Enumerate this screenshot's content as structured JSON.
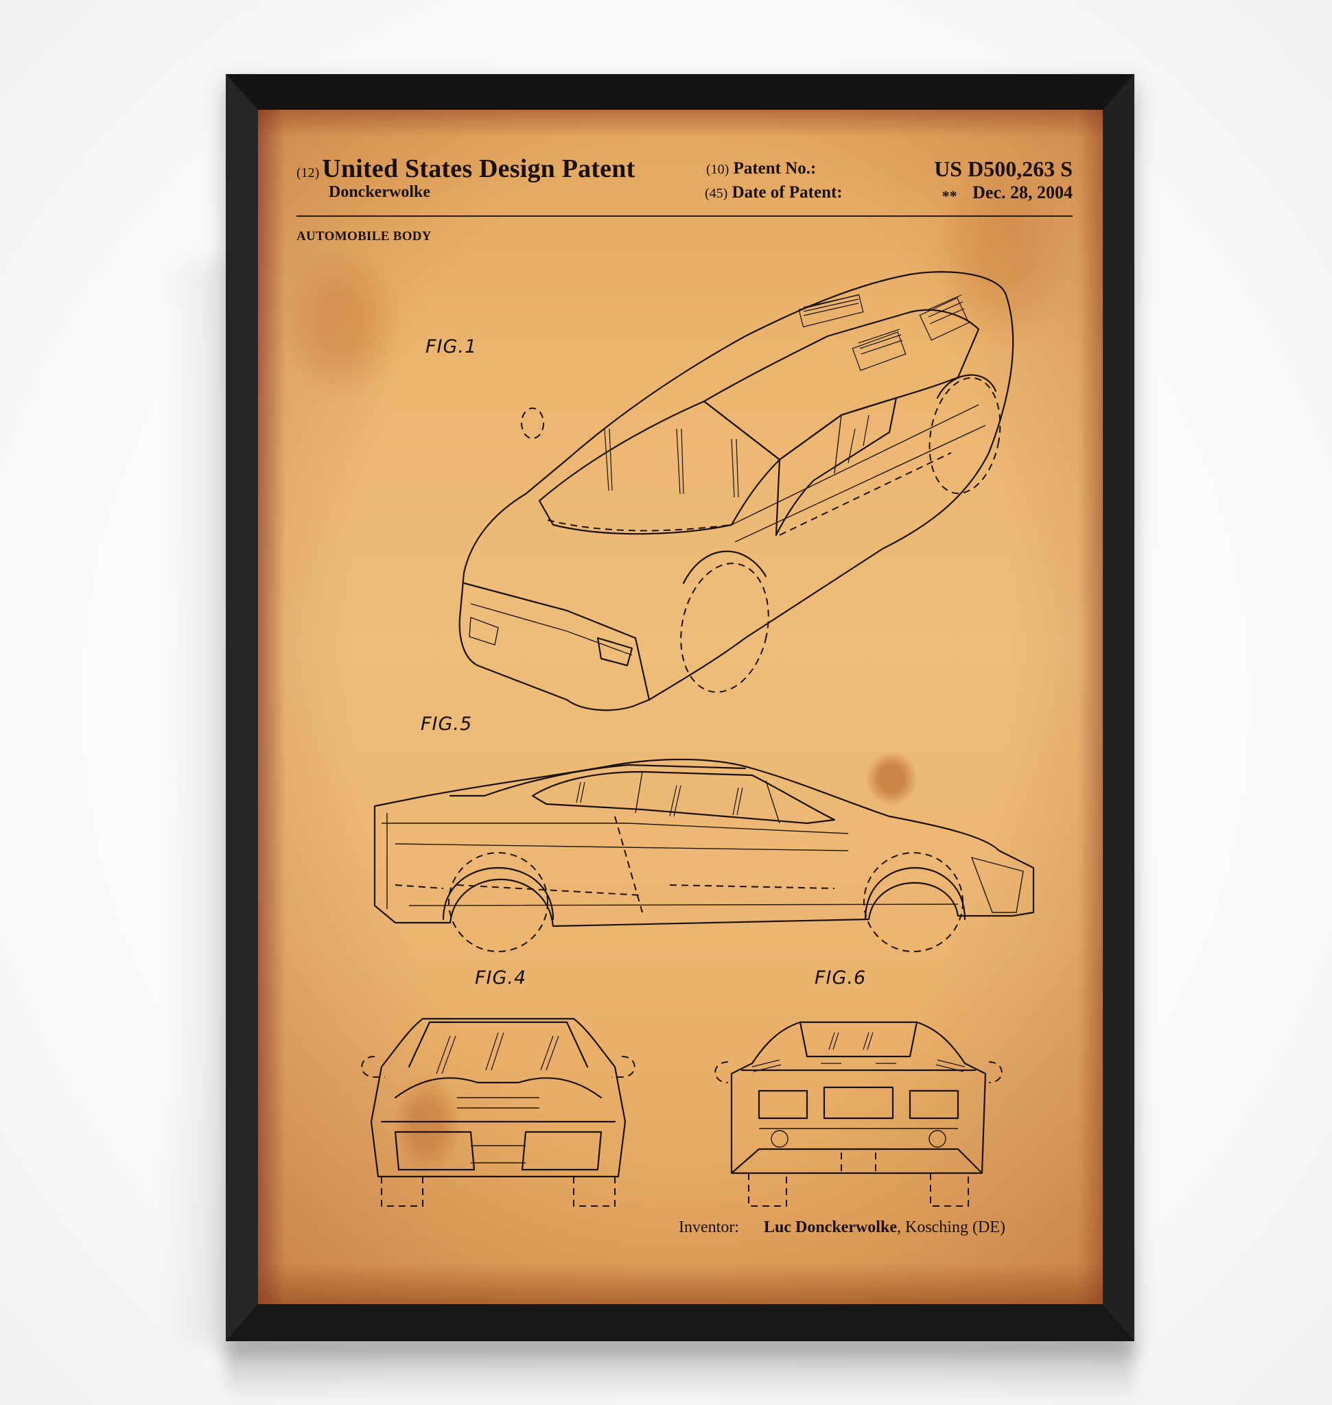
{
  "poster": {
    "header": {
      "title_code": "(12)",
      "title": "United States Design Patent",
      "assignee_name": "Donckerwolke",
      "patent_no_code": "(10)",
      "patent_no_label": "Patent No.:",
      "patent_no_value": "US D500,263 S",
      "date_code": "(45)",
      "date_label": "Date of Patent:",
      "date_marker": "**",
      "date_value": "Dec. 28, 2004"
    },
    "subject": "AUTOMOBILE BODY",
    "figures": [
      {
        "label": "FIG.1",
        "view": "perspective-top-front"
      },
      {
        "label": "FIG.5",
        "view": "side"
      },
      {
        "label": "FIG.4",
        "view": "front"
      },
      {
        "label": "FIG.6",
        "view": "rear"
      }
    ],
    "inventor": {
      "label": "Inventor:",
      "name": "Luc Donckerwolke",
      "location": ", Kosching (DE)"
    }
  },
  "colors": {
    "frame": "#1d1d1d",
    "paper": "#ebb570",
    "ink": "#1c110a",
    "backdrop": "#ffffff"
  }
}
